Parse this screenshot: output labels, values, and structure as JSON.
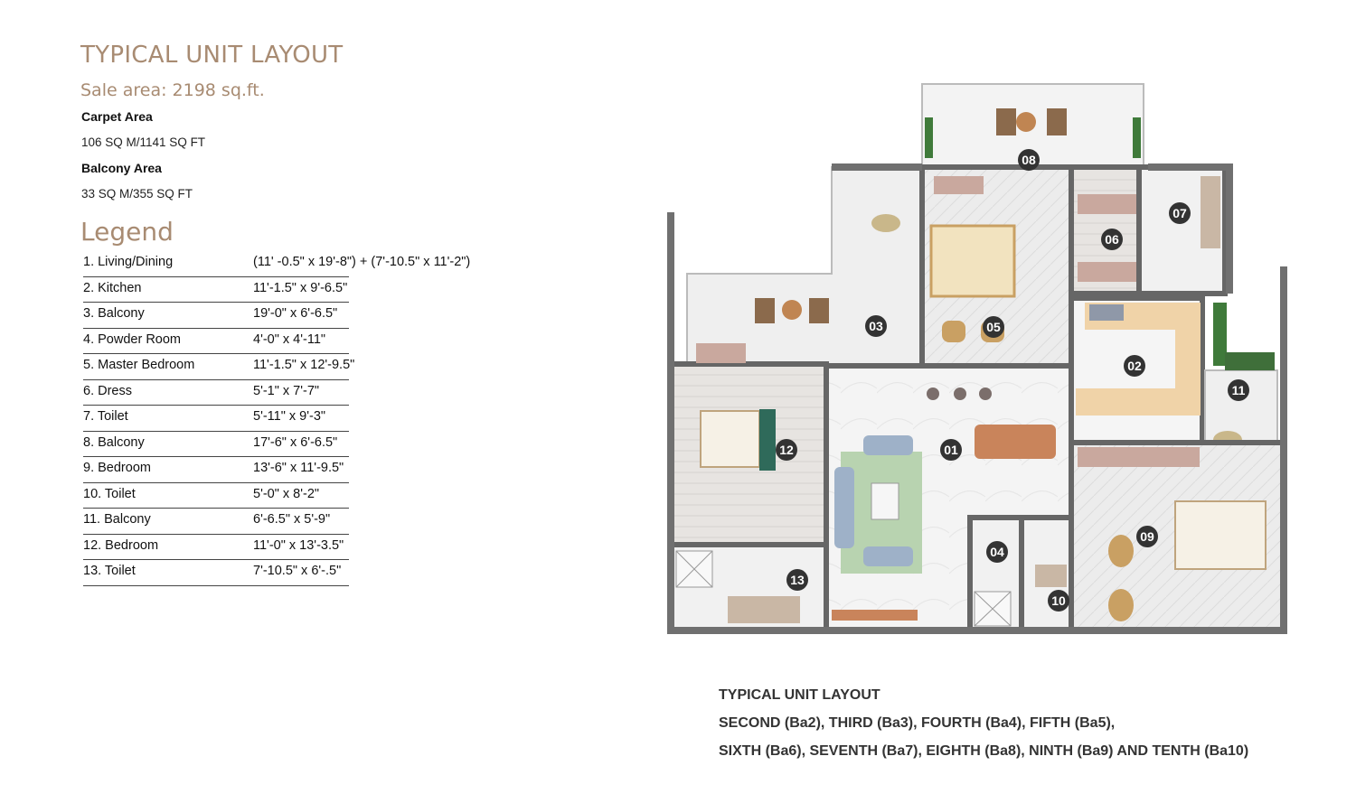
{
  "header": {
    "title": "TYPICAL UNIT LAYOUT",
    "sale_area": "Sale area: 2198 sq.ft."
  },
  "areas": {
    "carpet_label": "Carpet Area",
    "carpet_value": "106 SQ M/1141 SQ FT",
    "balcony_label": "Balcony Area",
    "balcony_value": "33 SQ M/355 SQ FT"
  },
  "legend": {
    "title": "Legend",
    "rows": [
      {
        "name": "1. Living/Dining",
        "dim": "(11' -0.5\" x 19'-8\") + (7'-10.5\" x 11'-2\")"
      },
      {
        "name": "2. Kitchen",
        "dim": "11'-1.5\" x 9'-6.5\""
      },
      {
        "name": "3. Balcony",
        "dim": "19'-0\" x 6'-6.5\""
      },
      {
        "name": "4. Powder Room",
        "dim": "4'-0\" x 4'-11\""
      },
      {
        "name": "5. Master Bedroom",
        "dim": "11'-1.5\" x 12'-9.5\""
      },
      {
        "name": "6. Dress",
        "dim": "5'-1\" x 7'-7\""
      },
      {
        "name": "7. Toilet",
        "dim": "5'-11\" x 9'-3\""
      },
      {
        "name": "8. Balcony",
        "dim": "17'-6\" x 6'-6.5\""
      },
      {
        "name": "9. Bedroom",
        "dim": "13'-6\" x 11'-9.5\""
      },
      {
        "name": "10. Toilet",
        "dim": "5'-0\" x 8'-2\""
      },
      {
        "name": "11. Balcony",
        "dim": "6'-6.5\" x 5'-9\""
      },
      {
        "name": "12. Bedroom",
        "dim": "11'-0\" x 13'-3.5\""
      },
      {
        "name": "13. Toilet",
        "dim": "7'-10.5\" x 6'-.5\""
      }
    ]
  },
  "plan": {
    "room_markers": [
      "01",
      "02",
      "03",
      "04",
      "05",
      "06",
      "07",
      "08",
      "09",
      "10",
      "11",
      "12",
      "13"
    ]
  },
  "caption": {
    "line1": "TYPICAL UNIT LAYOUT",
    "line2": "SECOND (Ba2), THIRD (Ba3), FOURTH (Ba4), FIFTH (Ba5),",
    "line3": "SIXTH (Ba6), SEVENTH (Ba7), EIGHTH (Ba8), NINTH (Ba9) AND TENTH (Ba10)"
  }
}
